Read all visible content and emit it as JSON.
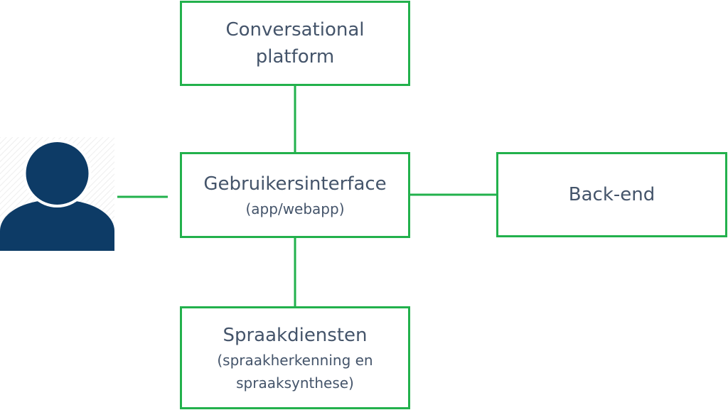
{
  "diagram": {
    "colors": {
      "box_border": "#22b14c",
      "connector": "#22b14c",
      "text": "#44546a",
      "user_icon": "#0d3b66"
    },
    "user_icon": "user-person-icon",
    "nodes": {
      "conversational": {
        "title_lines": [
          "Conversational",
          "platform"
        ]
      },
      "ui": {
        "title": "Gebruikersinterface",
        "subtitle": "(app/webapp)"
      },
      "backend": {
        "title": "Back-end"
      },
      "speech": {
        "title": "Spraakdiensten",
        "subtitle_lines": [
          "(spraakherkenning en",
          "spraaksynthese)"
        ]
      }
    }
  }
}
